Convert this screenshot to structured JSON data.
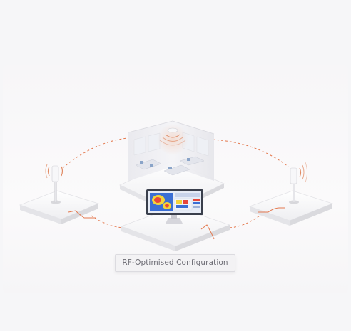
{
  "caption": {
    "text": "RF-Optimised Configuration"
  },
  "nodes": [
    {
      "id": "left-antenna-station",
      "icon": "antenna-icon"
    },
    {
      "id": "office-room",
      "icon": "ceiling-access-point-icon"
    },
    {
      "id": "monitor-station",
      "icon": "heatmap-monitor-icon"
    },
    {
      "id": "right-antenna-station",
      "icon": "antenna-icon"
    }
  ],
  "links": [
    {
      "from": "left-antenna-station",
      "to": "office-room",
      "style": "wireless-dashed"
    },
    {
      "from": "office-room",
      "to": "right-antenna-station",
      "style": "wireless-dashed"
    },
    {
      "from": "left-antenna-station",
      "to": "monitor-station",
      "style": "cable"
    },
    {
      "from": "monitor-station",
      "to": "right-antenna-station",
      "style": "cable"
    }
  ],
  "colors": {
    "accent": "#e4794f",
    "signal": "#e08a63",
    "platform": "#f2f2f4",
    "heat_red": "#e8473a",
    "heat_yellow": "#f3d33b",
    "heat_blue": "#3b6fd4"
  }
}
